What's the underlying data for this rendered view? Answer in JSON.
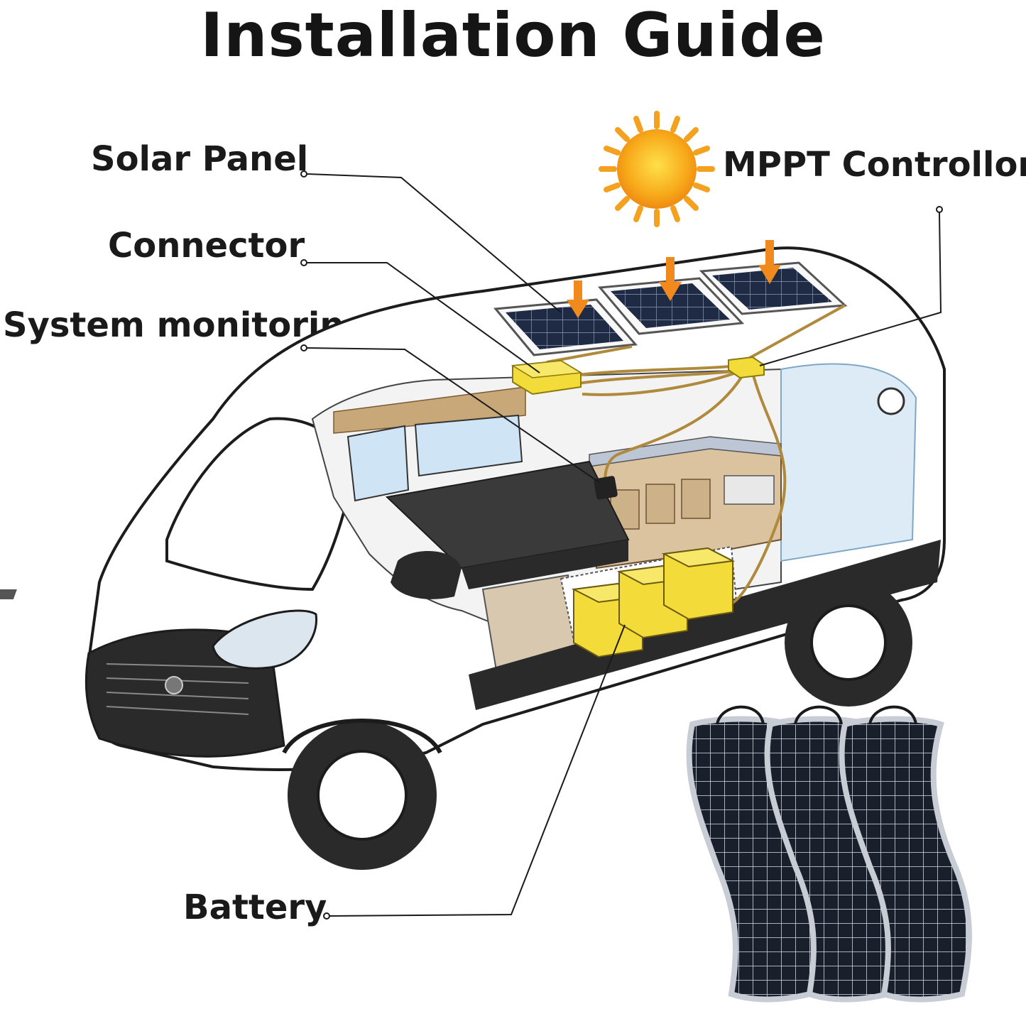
{
  "title": "Installation Guide",
  "labels": {
    "solar_panel": "Solar Panel",
    "connector": "Connector",
    "system_monitoring": "System monitoring",
    "mppt_controller": "MPPT Controllor",
    "battery": "Battery"
  },
  "colors": {
    "text": "#1a1a1a",
    "van_outline": "#1c1c1c",
    "van_dark": "#2a2a2a",
    "box_yellow": "#f3dc3a",
    "arrow_orange": "#f08a1c",
    "sun": "#f7b21c",
    "panel_cell": "#1f2a44",
    "window_blue": "#cfe4f4",
    "cable": "#b08a3c"
  },
  "icons": {
    "sun": "sun-icon",
    "arrow": "arrow-down-icon"
  }
}
